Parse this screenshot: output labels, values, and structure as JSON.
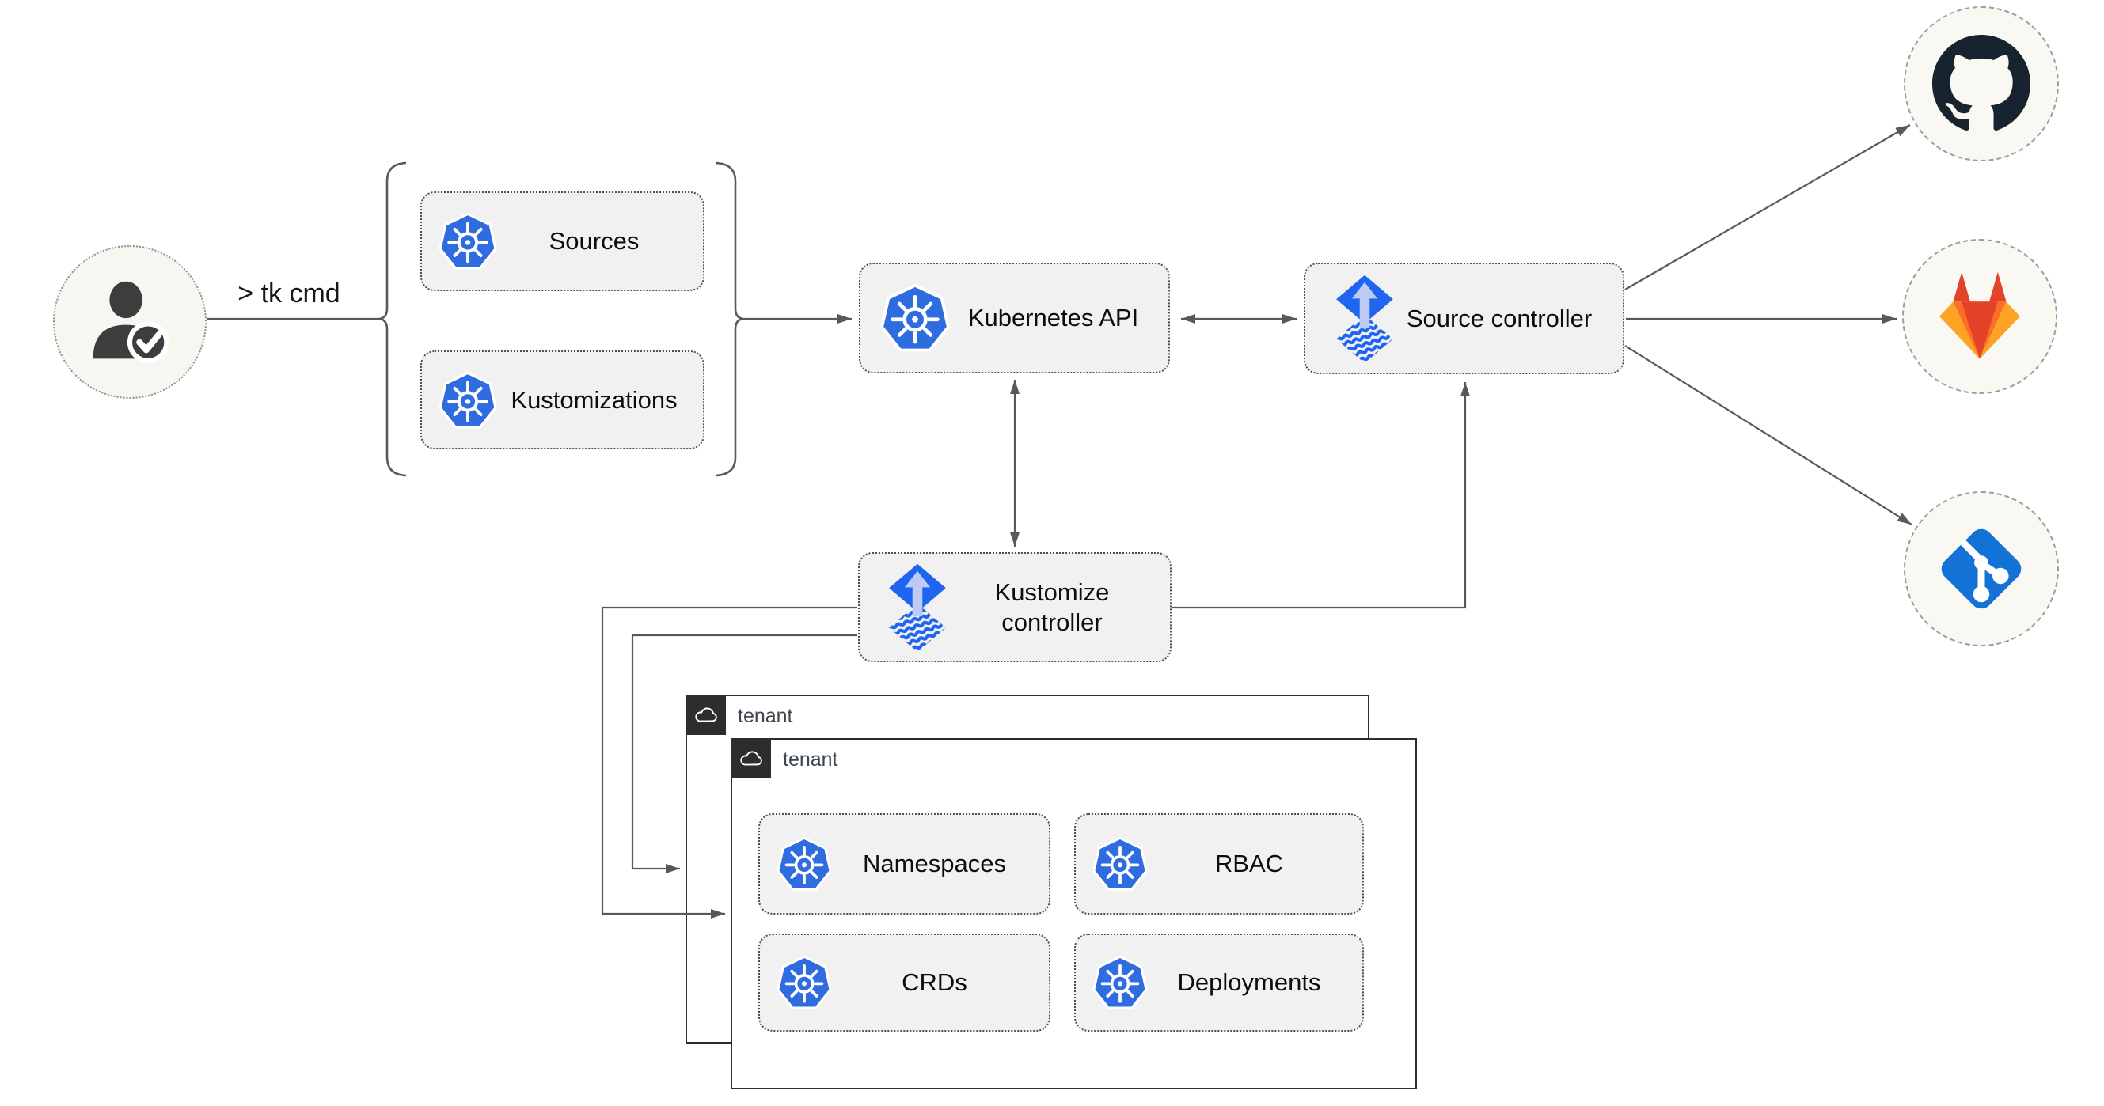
{
  "diagram": {
    "cli": {
      "command": "> tk cmd",
      "user_icon": "user-check-icon"
    },
    "cli_resources": {
      "sources": {
        "label": "Sources",
        "icon": "kubernetes-icon"
      },
      "kustomizations": {
        "label": "Kustomizations",
        "icon": "kubernetes-icon"
      }
    },
    "cluster": {
      "kubernetes_api": {
        "label": "Kubernetes API",
        "icon": "kubernetes-icon"
      },
      "source_controller": {
        "label": "Source controller",
        "icon": "flux-icon"
      },
      "kustomize_controller": {
        "label": "Kustomize controller",
        "icon": "flux-icon"
      }
    },
    "tenants": {
      "outer": {
        "label": "tenant",
        "icon": "cloud-icon"
      },
      "inner": {
        "label": "tenant",
        "icon": "cloud-icon"
      }
    },
    "tenant_resources": {
      "namespaces": {
        "label": "Namespaces",
        "icon": "kubernetes-icon"
      },
      "rbac": {
        "label": "RBAC",
        "icon": "kubernetes-icon"
      },
      "crds": {
        "label": "CRDs",
        "icon": "kubernetes-icon"
      },
      "deployments": {
        "label": "Deployments",
        "icon": "kubernetes-icon"
      }
    },
    "remotes": [
      {
        "name": "github",
        "icon": "github-icon"
      },
      {
        "name": "gitlab",
        "icon": "gitlab-icon"
      },
      {
        "name": "git",
        "icon": "git-icon"
      }
    ],
    "colors": {
      "kubernetes_blue": "#2f6ce0",
      "flux_blue": "#2065ef",
      "flux_arrow_light": "#bdcbf4",
      "git_blue": "#1372d6",
      "github_dark": "#17242f",
      "gitlab_red": "#e24329",
      "gitlab_orange": "#fc6d26",
      "gitlab_light_orange": "#fca326",
      "connector_gray": "#595959",
      "node_fill": "#f1f1f1",
      "tenant_border": "#2d2d2d"
    }
  }
}
